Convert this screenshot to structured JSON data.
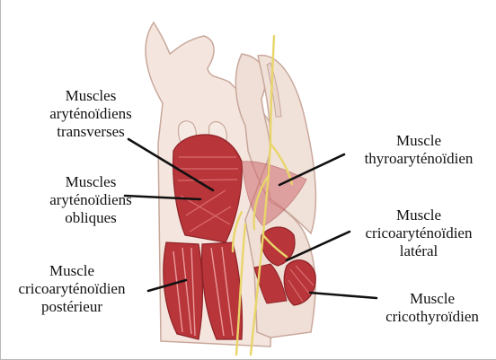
{
  "labels": {
    "transverse": [
      "Muscles",
      "aryténoïdiens",
      "transverses"
    ],
    "obliques": [
      "Muscles",
      "aryténoïdiens",
      "obliques"
    ],
    "posterieur": [
      "Muscle",
      "cricoaryténoïdien",
      "postérieur"
    ],
    "thyro": [
      "Muscle",
      "thyroaryténoïdien"
    ],
    "lateral": [
      "Muscle",
      "cricoaryténoïdien",
      "latéral"
    ],
    "crico": [
      "Muscle",
      "cricothyroïdien"
    ]
  },
  "colors": {
    "cartilage": "#f3e4dc",
    "cartilage_edge": "#c9a89c",
    "muscle": "#b8353a",
    "muscle_dark": "#8e2226",
    "nerve": "#e8d56a",
    "leader": "#111111"
  }
}
